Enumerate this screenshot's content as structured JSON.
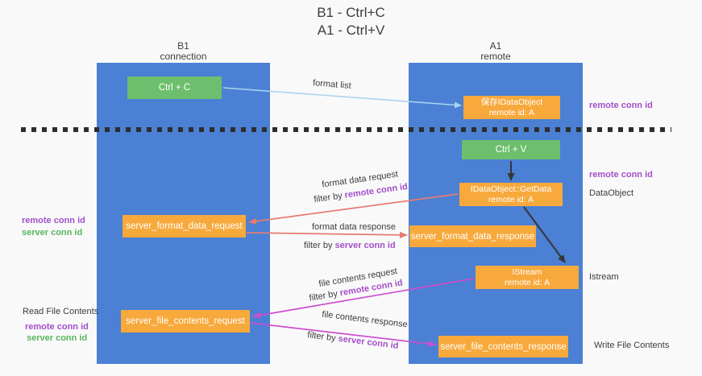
{
  "title": {
    "line1": "B1 - Ctrl+C",
    "line2": "A1 - Ctrl+V"
  },
  "lanes": {
    "left": {
      "name": "B1",
      "role": "connection"
    },
    "right": {
      "name": "A1",
      "role": "remote"
    }
  },
  "nodes": {
    "ctrl_c": {
      "label": "Ctrl + C"
    },
    "ctrl_v": {
      "label": "Ctrl + V"
    },
    "saved_dataobject": {
      "line1": "保存IDataObject",
      "line2": "remote id: A"
    },
    "getdata": {
      "line1": "IDataObject::GetData",
      "line2": "remote id: A"
    },
    "istream": {
      "line1": "IStream",
      "line2": "remote id: A"
    },
    "format_request": {
      "label": "server_format_data_request"
    },
    "format_response": {
      "label": "server_format_data_response"
    },
    "file_request": {
      "label": "server_file_contents_request"
    },
    "file_response": {
      "label": "server_file_contents_response"
    }
  },
  "edges": {
    "format_list": {
      "label": "format list"
    },
    "format_data_request": {
      "label": "format data request",
      "filter_prefix": "filter by ",
      "filter_id": "remote conn id"
    },
    "format_data_response": {
      "label": "format data response",
      "filter_prefix": "filter by ",
      "filter_id": "server conn id"
    },
    "file_contents_request": {
      "label": "file contents request",
      "filter_prefix": "filter by ",
      "filter_id": "remote conn id"
    },
    "file_contents_response": {
      "label": "file contents response",
      "filter_prefix": "filter by ",
      "filter_id": "server conn id"
    }
  },
  "side_labels": {
    "left_format": {
      "remote": "remote conn id",
      "server": "server conn id"
    },
    "left_file": {
      "title": "Read File Contents",
      "remote": "remote conn id",
      "server": "server conn id"
    },
    "right_top": {
      "remote": "remote conn id"
    },
    "right_dataobject": {
      "remote": "remote conn id",
      "name": "DataObject"
    },
    "right_istream": {
      "name": "Istream"
    },
    "right_write": {
      "name": "Write File Contents"
    }
  },
  "colors": {
    "lane_blue": "#4b80d4",
    "node_green": "#6ebf6d",
    "node_orange": "#f7a93c",
    "arrow_lightblue": "#a9d3ef",
    "arrow_salmon": "#e87a72",
    "arrow_magenta": "#cd4ecf",
    "arrow_black": "#363636",
    "label_purple": "#a34fc8",
    "label_green": "#57b75c",
    "dashed_separator": "#2d2d2d",
    "background": "#f9f9fa"
  }
}
